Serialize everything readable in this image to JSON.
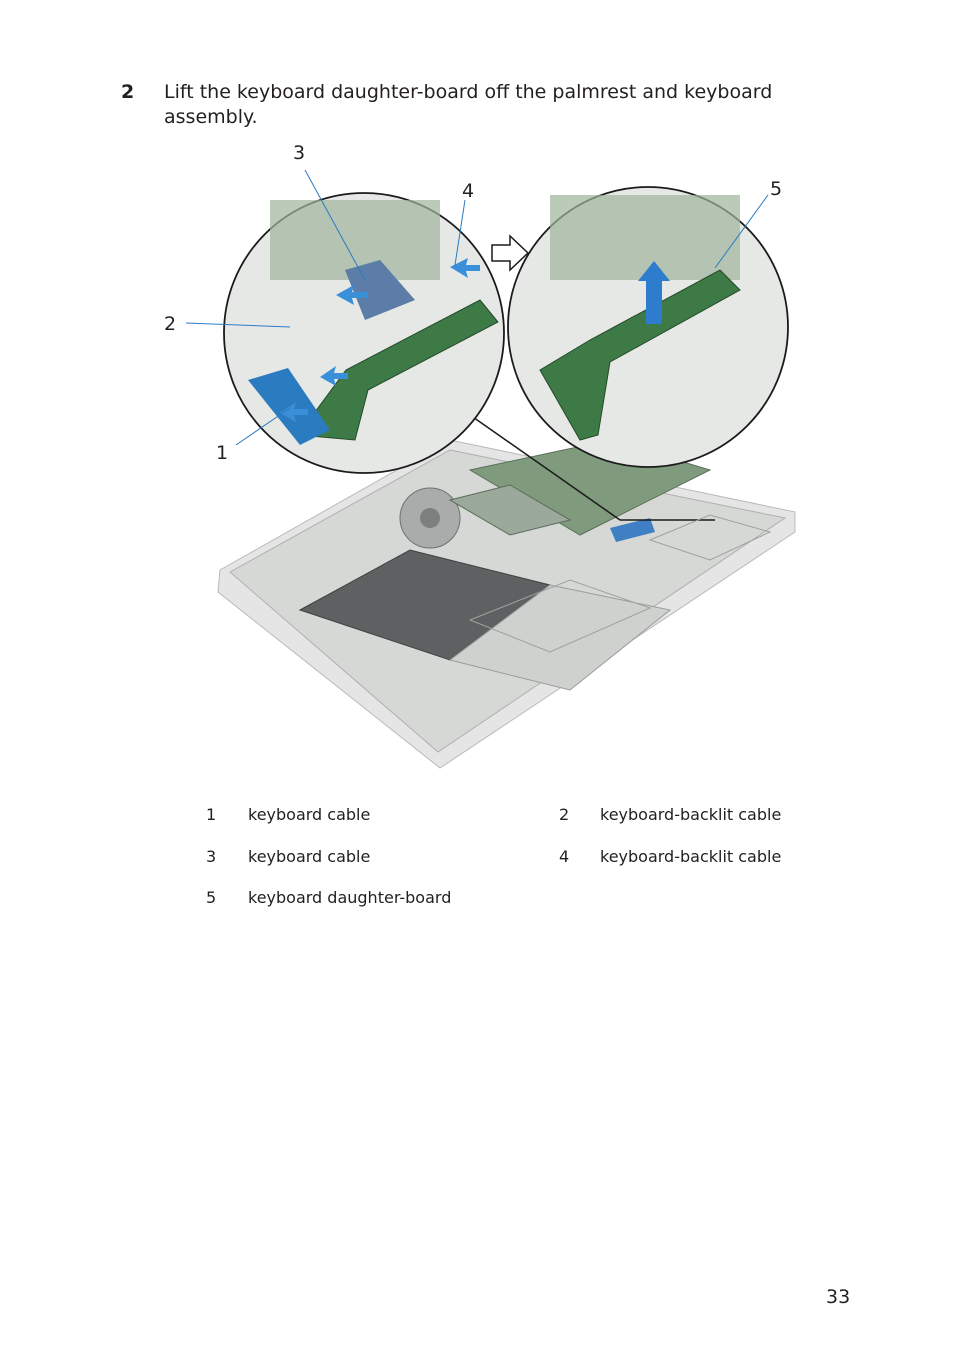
{
  "step": {
    "number": "2",
    "text": "Lift the keyboard daughter-board off the palmrest and keyboard assembly."
  },
  "figure": {
    "callouts": [
      "1",
      "2",
      "3",
      "4",
      "5"
    ]
  },
  "legend": [
    {
      "num": "1",
      "label": "keyboard cable"
    },
    {
      "num": "2",
      "label": "keyboard-backlit cable"
    },
    {
      "num": "3",
      "label": "keyboard cable"
    },
    {
      "num": "4",
      "label": "keyboard-backlit cable"
    },
    {
      "num": "5",
      "label": "keyboard daughter-board"
    }
  ],
  "page_number": "33"
}
